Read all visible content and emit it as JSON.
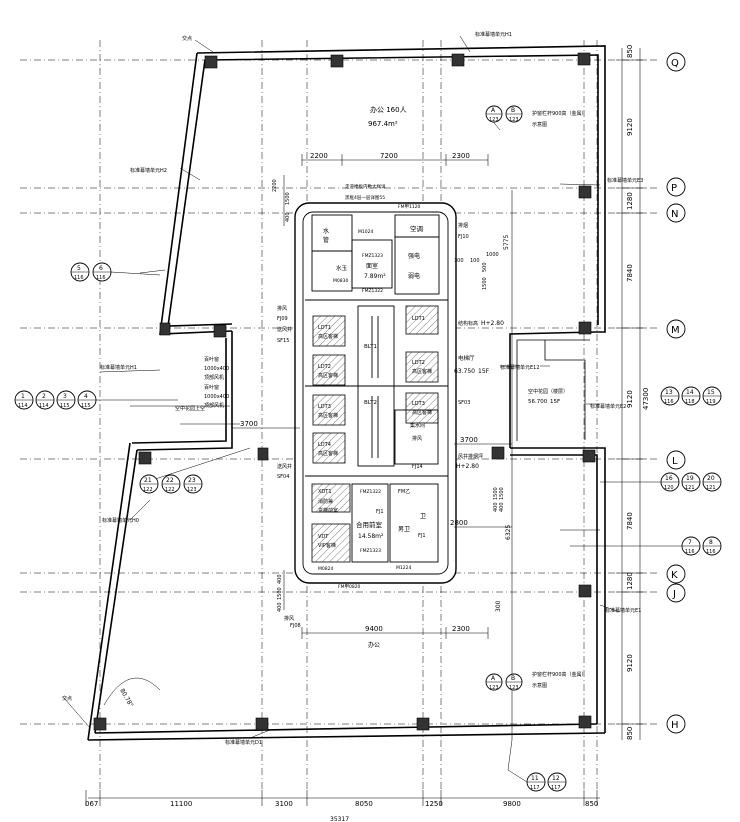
{
  "axes": {
    "right": [
      "Q",
      "P",
      "N",
      "M",
      "L",
      "K",
      "J",
      "H"
    ]
  },
  "dims": {
    "bottom": [
      "067",
      "11100",
      "3100",
      "8050",
      "1250",
      "9800",
      "850"
    ],
    "bottom_total": "35317",
    "top": [
      "2200",
      "7200",
      "2300"
    ],
    "lower_inner": [
      "9400",
      "2300"
    ],
    "right_inner": [
      "850",
      "9120",
      "1280",
      "7840",
      "9120",
      "47300",
      "7840",
      "1280",
      "9120",
      "850"
    ],
    "right_inner_extra": "6325",
    "core_left": [
      "1500",
      "400",
      "2200",
      "400"
    ],
    "core_left_low": [
      "400",
      "1500",
      "400"
    ],
    "core_mid": [
      "3700",
      "3700",
      "2800",
      "5775",
      "500",
      "1500",
      "300",
      "1000",
      "100",
      "1500",
      "400",
      "1500",
      "400"
    ],
    "angle": "80.78°"
  },
  "labels": {
    "office_top": "办公  160人",
    "office_top_area": "967.4m²",
    "office_bottom": "办公",
    "curtain_top": "标准幕墙单元H1",
    "curtain_h2": "标准幕墙单元H2",
    "curtain_e3": "标准幕墙单元E3",
    "curtain_h1_left": "标准幕墙单元H1",
    "curtain_e2": "标准幕墙单元E2",
    "curtain_e12": "标准幕墙单元E12",
    "curtain_h0": "标准幕墙单元H0",
    "curtain_e1": "标准幕墙单元E1",
    "curtain_d1": "标准幕墙单元D1",
    "corner_top": "交点",
    "corner_bottom": "交点",
    "guard_top": "护窗栏杆900高（金属）",
    "guard_top_sub": "示意图",
    "guard_bottom": "护窗栏杆900高（金属）",
    "guard_bottom_sub": "示意图",
    "core_title1": "走道楼板内敷大样详",
    "core_title2": "黑框4层一层详图55",
    "fm_top": "FM甲1120",
    "aircon": "空调",
    "fan_fj10": "排烟",
    "fan_fj10_code": "FJ10",
    "water": "水",
    "pipe": "管",
    "room_clean": "面室",
    "room_clean_area": "7.89m²",
    "mech_strong": "强电",
    "mech_weak": "弱电",
    "fm_z1323": "FMZ1323",
    "fm_z1322": "FMZ1322",
    "m1024": "M1024",
    "m0830": "M0830",
    "water_ctrl": "水玉",
    "exhaust": "排风",
    "fj09": "FJ09",
    "sf15": "SF15",
    "air_supply": "送风井",
    "lift1_code": "LDT1",
    "lift1_sub": "高区客梯",
    "lift2_code": "LDT2",
    "lift2_sub": "高区客梯",
    "lift3_code": "LDT3",
    "lift3_sub": "高区客梯",
    "lift4_code": "LDT4",
    "lift4_sub": "高区客梯",
    "lift_right1": "LDT1",
    "lift_right1_sub": "",
    "lift_right2": "LDT2",
    "lift_right2_sub": "高区客梯",
    "lift_right3": "LDT3",
    "lift_right3_sub": "高区客梯",
    "blt1": "BLT1",
    "blt2": "BLT2",
    "elev_hall": "电梯厅",
    "elev_hall_level": "63.750",
    "elev_hall_level_code": "15F",
    "sf03": "SF03",
    "hplus_top": "H+2.80",
    "hplus_top_label": "结构标高",
    "sky_garden": "空中花园（楼层）",
    "sky_garden_level": "56.700",
    "sky_garden_level_code": "15F",
    "louver1": "百叶窗",
    "louver1_size": "1000x400",
    "louver1_sub": "顶部风机",
    "louver2": "百叶窗",
    "louver2_size": "1000x400",
    "louver2_sub": "顶部风机",
    "sky_garden_left": "空中花园上空",
    "water_room": "集水间",
    "exhaust2": "排风",
    "fj14": "FJ14",
    "hplus_bottom": "H+2.80",
    "hplus_bottom_label": "风井排烟坪",
    "sf04": "SF04",
    "air_supply2": "送风井",
    "fm_z1322b": "FMZ1322",
    "fire_lift": "消防兼",
    "fire_lift_sub": "货梯前室",
    "fj1": "FJ1",
    "fm_b": "FM乙",
    "wc_women": "卫",
    "wc_men": "男卫",
    "shared_room": "合用前室",
    "shared_room_area": "14.58m²",
    "fm_z1323b": "FMZ1323",
    "fm_b1224": "M1224",
    "fm_0820": "FM甲0820",
    "vip_lift": "VIP客梯",
    "fire_lift_code": "XDT1",
    "vip_code": "VDT",
    "fj08": "FJ08",
    "m0824": "M0824",
    "plumbing": "排风",
    "plumb_code": "FJ1"
  },
  "bubbles": {
    "b1": [
      "1",
      "114"
    ],
    "b2": [
      "2",
      "114"
    ],
    "b3": [
      "3",
      "115"
    ],
    "b4": [
      "4",
      "115"
    ],
    "b5": [
      "5",
      "116"
    ],
    "b6": [
      "6",
      "116"
    ],
    "b7": [
      "7",
      "116"
    ],
    "b8": [
      "8",
      "116"
    ],
    "b11": [
      "11",
      "117"
    ],
    "b12": [
      "12",
      "117"
    ],
    "b13": [
      "13",
      "116"
    ],
    "b14": [
      "14",
      "118"
    ],
    "b15": [
      "15",
      "119"
    ],
    "b16": [
      "16",
      "120"
    ],
    "b19": [
      "19",
      "121"
    ],
    "b20": [
      "20",
      "121"
    ],
    "b21": [
      "21",
      "122"
    ],
    "b22": [
      "22",
      "122"
    ],
    "b23": [
      "23",
      "123"
    ],
    "bA1": [
      "A",
      "123"
    ],
    "bB1": [
      "B",
      "123"
    ],
    "bA2": [
      "A",
      "123"
    ],
    "bB2": [
      "B",
      "123"
    ]
  }
}
